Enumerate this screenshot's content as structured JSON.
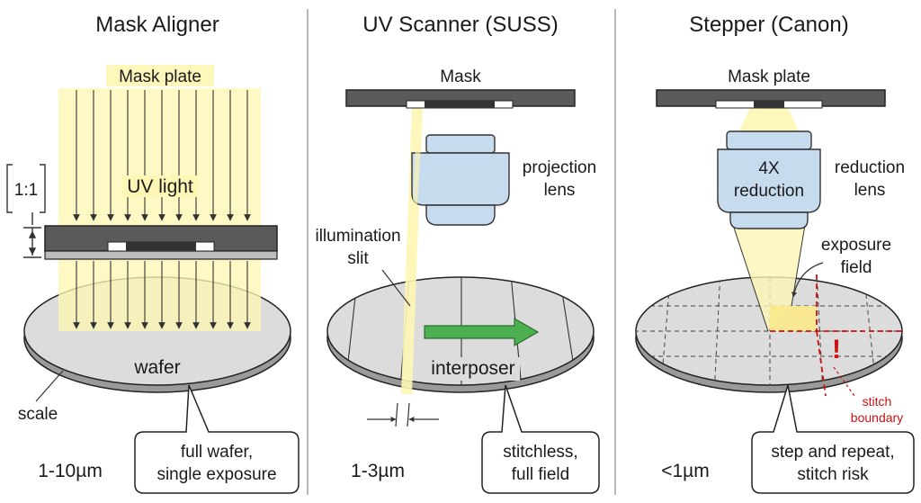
{
  "panels": {
    "aligner": {
      "title": "Mask Aligner",
      "mask_label": "Mask plate",
      "light_label": "UV light",
      "ratio_label": "1:1",
      "wafer_label": "wafer",
      "scale_label": "scale",
      "resolution": "1-10µm",
      "callout": [
        "full wafer,",
        "single exposure"
      ]
    },
    "scanner": {
      "title": "UV Scanner (SUSS)",
      "mask_label": "Mask",
      "lens_label": [
        "projection",
        "lens"
      ],
      "slit_label": [
        "illumination",
        "slit"
      ],
      "interposer_label": "interposer",
      "resolution": "1-3µm",
      "callout": [
        "stitchless,",
        "full field"
      ]
    },
    "stepper": {
      "title": "Stepper (Canon)",
      "mask_label": "Mask plate",
      "lens_inner": [
        "4X",
        "reduction"
      ],
      "lens_label": [
        "reduction",
        "lens"
      ],
      "field_label": [
        "exposure",
        "field"
      ],
      "warning": "!",
      "stitch_label": [
        "stitch",
        "boundary"
      ],
      "resolution": "<1µm",
      "callout": [
        "step and repeat,",
        "stitch risk"
      ]
    }
  },
  "colors": {
    "uv_light": "#fdf6b4",
    "lens": "#c6dbee",
    "mask": "#5a5a5a",
    "wafer": "#d8d8d8",
    "arrow": "#4caf50",
    "stitch": "#cc1111"
  }
}
